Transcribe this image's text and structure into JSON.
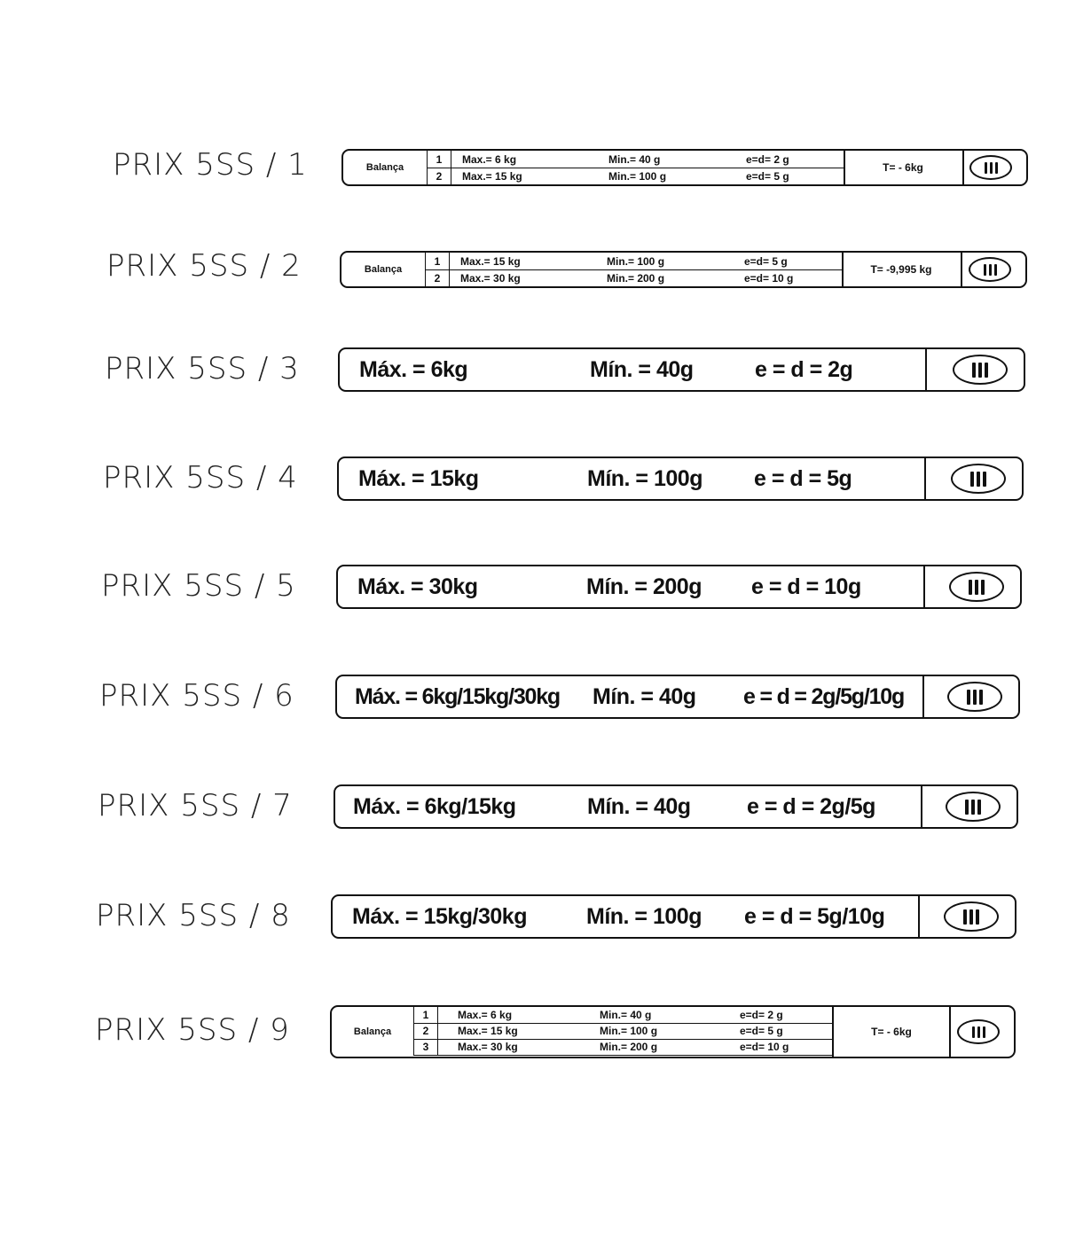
{
  "rows": [
    {
      "model": "PRIX 5SS / 1",
      "balanca": "Balança",
      "lines": [
        {
          "n": "1",
          "max": "Max.= 6 kg",
          "min": "Min.= 40 g",
          "e": "e=d= 2 g"
        },
        {
          "n": "2",
          "max": "Max.= 15 kg",
          "min": "Min.= 100 g",
          "e": "e=d= 5 g"
        }
      ],
      "tare": "T= - 6kg"
    },
    {
      "model": "PRIX 5SS / 2",
      "balanca": "Balança",
      "lines": [
        {
          "n": "1",
          "max": "Max.= 15 kg",
          "min": "Min.= 100 g",
          "e": "e=d= 5 g"
        },
        {
          "n": "2",
          "max": "Max.= 30 kg",
          "min": "Min.= 200 g",
          "e": "e=d= 10 g"
        }
      ],
      "tare": "T= -9,995 kg"
    },
    {
      "model": "PRIX 5SS / 3",
      "max": "Máx. = 6kg",
      "min": "Mín. = 40g",
      "e": "e = d = 2g"
    },
    {
      "model": "PRIX 5SS / 4",
      "max": "Máx. = 15kg",
      "min": "Mín. = 100g",
      "e": "e = d = 5g"
    },
    {
      "model": "PRIX 5SS / 5",
      "max": "Máx. = 30kg",
      "min": "Mín. = 200g",
      "e": "e = d = 10g"
    },
    {
      "model": "PRIX 5SS / 6",
      "max": "Máx. = 6kg/15kg/30kg",
      "min": "Mín. = 40g",
      "e": "e = d = 2g/5g/10g"
    },
    {
      "model": "PRIX 5SS / 7",
      "max": "Máx. = 6kg/15kg",
      "min": "Mín. = 40g",
      "e": "e = d = 2g/5g"
    },
    {
      "model": "PRIX 5SS / 8",
      "max": "Máx. = 15kg/30kg",
      "min": "Mín. = 100g",
      "e": "e = d = 5g/10g"
    },
    {
      "model": "PRIX 5SS / 9",
      "balanca": "Balança",
      "lines": [
        {
          "n": "1",
          "max": "Max.= 6 kg",
          "min": "Min.= 40 g",
          "e": "e=d= 2 g"
        },
        {
          "n": "2",
          "max": "Max.= 15 kg",
          "min": "Min.= 100 g",
          "e": "e=d= 5 g"
        },
        {
          "n": "3",
          "max": "Max.= 30 kg",
          "min": "Min.= 200 g",
          "e": "e=d= 10 g"
        }
      ],
      "tare": "T= - 6kg"
    }
  ],
  "icons": {
    "plate_logo": "bars-oval-logo-icon"
  }
}
